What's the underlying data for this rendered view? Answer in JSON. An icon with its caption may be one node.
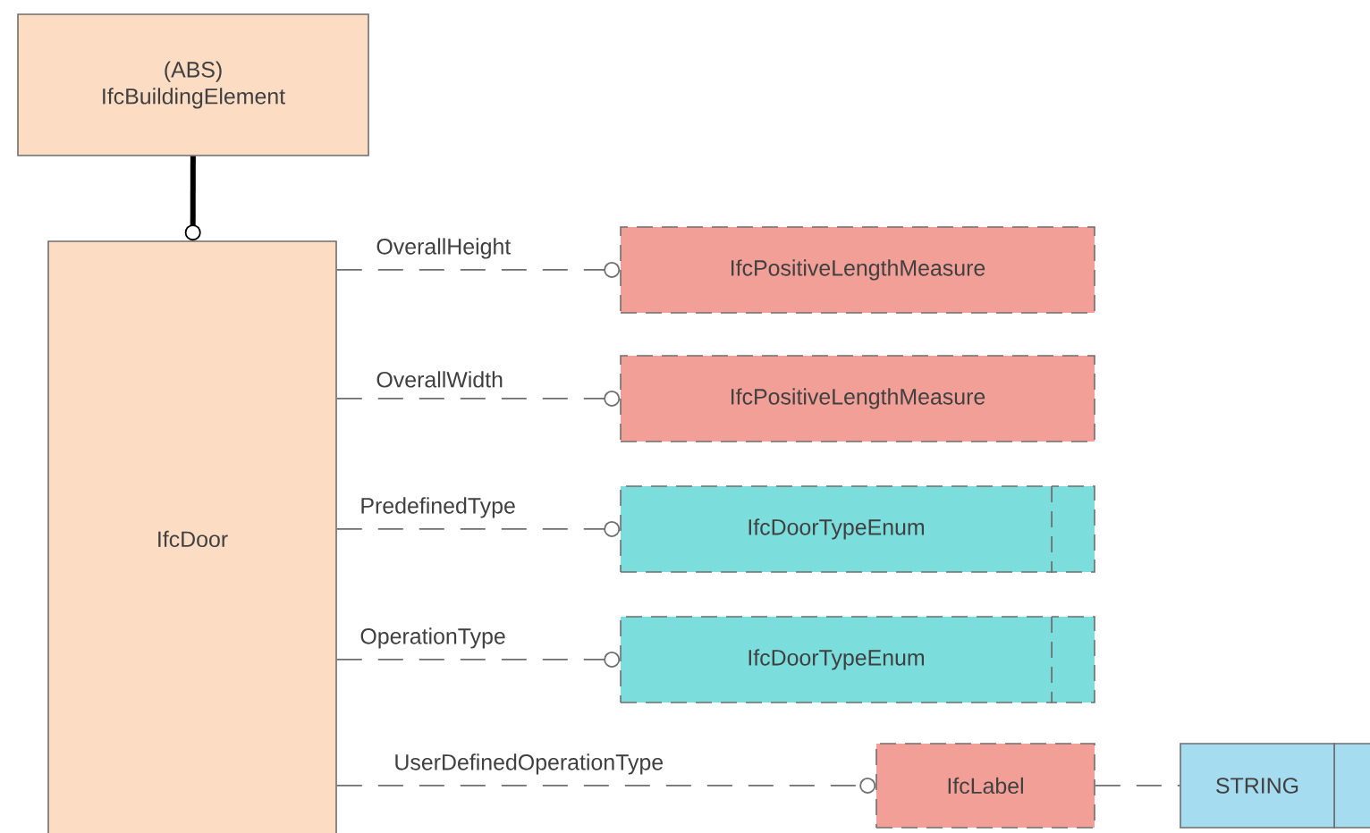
{
  "diagram": {
    "nodes": [
      {
        "text": [
          "(ABS) IfcBuildingElement"
        ]
      },
      {
        "text": [
          "IfcDoor"
        ]
      },
      {
        "text": [
          "IfcPositiveLengthMeasure"
        ]
      },
      {
        "text": [
          "IfcPositiveLengthMeasure"
        ]
      },
      {
        "text": [
          "IfcDoorTypeEnum"
        ]
      },
      {
        "text": [
          "IfcDoorTypeEnum"
        ]
      },
      {
        "text": [
          "IfcLabel"
        ]
      },
      {
        "text": [
          "STRING"
        ]
      }
    ],
    "edges": [
      {
        "from": 0,
        "to": 1,
        "arrow": "other",
        "style": "thick",
        "color": "#000000"
      },
      {
        "from": 1,
        "to": 2,
        "arrow": "other",
        "style": "dashed",
        "label": "OverallHeight"
      },
      {
        "from": 1,
        "to": 3,
        "arrow": "other",
        "style": "dashed",
        "label": "OverallWidth"
      },
      {
        "from": 1,
        "to": 4,
        "arrow": "other",
        "style": "dashed",
        "label": "PredefinedType"
      },
      {
        "from": 1,
        "to": 5,
        "arrow": "other",
        "style": "dashed",
        "label": "OperationType"
      },
      {
        "from": 1,
        "to": 6,
        "arrow": "other",
        "style": "dashed",
        "label": "UserDefinedOperationType"
      },
      {
        "from": 6,
        "to": 7,
        "arrow": "none",
        "style": "dashed"
      }
    ]
  }
}
